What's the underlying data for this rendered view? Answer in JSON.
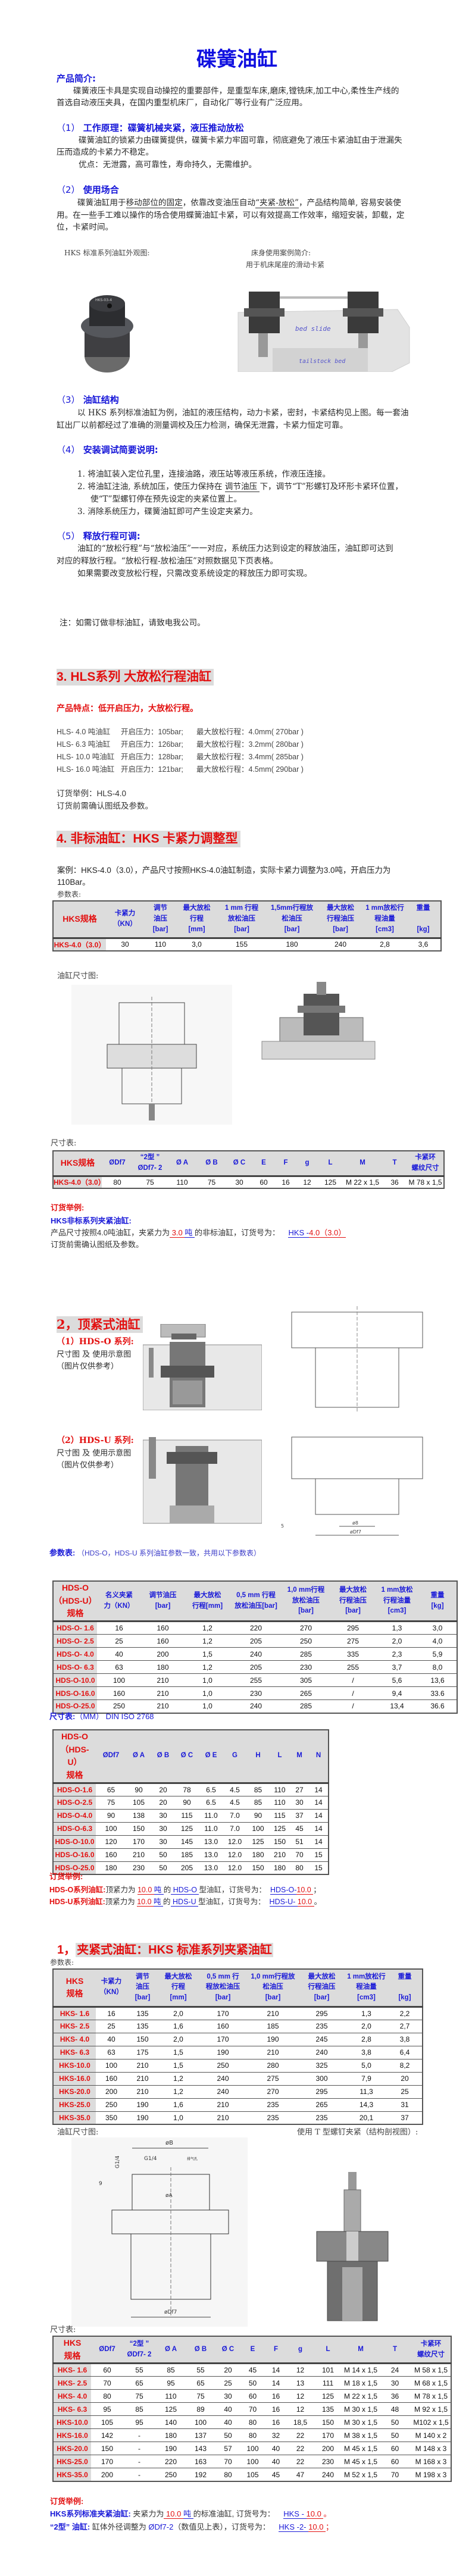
{
  "title": "碟簧油缸",
  "intro": {
    "heading": "产品简介:",
    "lines": [
      "碟簧液压卡具是实现自动操控的重要部件，是重型车床,磨床,镗铣床,加工中心,柔性生产线的",
      "首选自动液压夹具，在国内重型机床厂，自动化厂等行业有广泛应用。"
    ]
  },
  "s1": {
    "num": "（1）",
    "heading": "工作原理：碟簧机械夹紧，液压推动放松",
    "lines": [
      "碟簧油缸的锁紧力由碟簧提供，碟簧卡紧力牢固可靠，彻底避免了液压卡紧油缸由于泄漏失",
      "压而造成的卡紧力不稳定。",
      "优点：无泄露，高可靠性，寿命持久，无需维护。"
    ]
  },
  "s2": {
    "num": "（2）",
    "heading": "使用场合",
    "line1_a": "碟簧油缸用于",
    "line1_u1": "移动部位的固定",
    "line1_b": "，依靠改变油压自动",
    "line1_u2": "“夹紧-放松”",
    "line1_c": "，产品结构简单, 容易安装使",
    "line2": "用。在一些手工难以操作的场合使用蝶簧油缸卡紧，可以有效提高工作效率，缩短安装，卸载，定",
    "line3": "位，卡紧时间。",
    "photo_caption": "HKS 标准系列油缸外观图:",
    "case_caption": "床身使用案例简介:",
    "case_sub": "用于机床尾座的滑动卡紧",
    "photo_label": "HKS-03-4",
    "bed_slide": "bed slide",
    "tailstock_bed": "tailstock bed"
  },
  "s3": {
    "num": "（3）",
    "heading": "油缸结构",
    "lines": [
      "以 HKS 系列标准油缸为例，油缸的液压结构，动力卡紧，密封，卡紧结构见上图。每一套油",
      "缸出厂以前都经过了准确的测量调校及压力检测，确保无泄露，卡紧力恒定可靠。"
    ]
  },
  "s4": {
    "num": "（4）",
    "heading": "安装调试简要说明:",
    "item1": "1. 将油缸装入定位孔里，连接油路，液压站等液压系统，作液压连接。",
    "item2_a": "2. 将油缸注油, 系统加压，使压力保持在 ",
    "item2_u": "调节油压 ",
    "item2_b": "下，调节“T”形螺钉及环形卡紧环位置，",
    "item2_c": "使“T”型螺钉停在预先设定的夹紧位置上。",
    "item3": "3. 消除系统压力，碟簧油缸即可产生设定夹紧力。"
  },
  "s5": {
    "num": "（5）",
    "heading": "释放行程可调:",
    "lines": [
      "油缸的“放松行程”与“放松油压”一一对应，系统压力达到设定的释放油压，油缸即可达到",
      "对应的释放行程。“放松行程-放松油压”对照数据见下页表格。",
      "如果需要改变放松行程，只需改变系统设定的释放压力即可实现。"
    ]
  },
  "note": "注：如需订做非标油缸，请致电我公司。",
  "hls": {
    "heading": "3. HLS系列  大放松行程油缸",
    "feature": "产品特点：低开启压力，大放松行程。",
    "rows": [
      {
        "model": "HLS- 4.0 吨油缸",
        "open": "开启压力：105bar;",
        "stroke": "最大放松行程：4.0mm( 270bar )"
      },
      {
        "model": "HLS- 6.3 吨油缸",
        "open": "开启压力：126bar;",
        "stroke": "最大放松行程：3.2mm( 280bar )"
      },
      {
        "model": "HLS- 10.0 吨油缸",
        "open": "开启压力：128bar;",
        "stroke": "最大放松行程：3.4mm( 285bar )"
      },
      {
        "model": "HLS- 16.0 吨油缸",
        "open": "开启压力：121bar;",
        "stroke": "最大放松行程：4.5mm( 290bar )"
      }
    ],
    "order": "订货举例：HLS-4.0",
    "confirm": "订货前需确认图纸及参数。"
  },
  "custom": {
    "heading": "4. 非标油缸：HKS 卡紧力调整型",
    "case_line1": "案例：HKS-4.0（3.0），产品尺寸按照HKS-4.0油缸制造，实际卡紧力调整为3.0吨，开启压力为",
    "case_line2": "110Bar。",
    "params_label": "参数表:",
    "params": {
      "headers": [
        "HKS规格",
        "卡紧力\n（KN）",
        "调节\n油压\n[bar]",
        "最大放松\n行程\n[mm]",
        "1 mm  行程\n放松油压\n[bar]",
        "1,5mm行程放\n松油压\n[bar]",
        "最大放松\n行程油压\n[bar]",
        "1 mm放松行\n程油量\n[cm3]",
        "重量\n\n[kg]"
      ],
      "rows": [
        [
          "HKS-4.0（3.0）",
          "30",
          "110",
          "3,0",
          "155",
          "180",
          "240",
          "2,8",
          "3,6"
        ]
      ]
    },
    "drawing_label": "油缸尺寸图:",
    "dims_label": "尺寸表:",
    "dims": {
      "headers": [
        "HKS规格",
        "ØDf7",
        "“2型 ”\nØDf7- 2",
        "Ø A",
        "Ø B",
        "Ø C",
        "E",
        "F",
        "g",
        "L",
        "M",
        "T",
        "卡紧环\n螺纹尺寸"
      ],
      "rows": [
        [
          "HKS-4.0（3.0）",
          "80",
          "75",
          "110",
          "75",
          "30",
          "60",
          "16",
          "12",
          "125",
          "M 22 x 1,5",
          "36",
          "M 78 x 1,5"
        ]
      ]
    },
    "order_heading": "订货举例:",
    "order_sub": "HKS非标系列夹紧油缸:",
    "order_a": "产品尺寸按照4.0吨油缸，夹紧力为",
    "order_val": " 3.0 ",
    "order_unit": "吨 ",
    "order_b": "的非标油缸，订货号为：",
    "order_code_a": "HKS -",
    "order_code_b": "4.0（3.0）",
    "confirm": "订货前需确认图纸及参数。"
  },
  "hds": {
    "heading": "2，顶紧式油缸",
    "o_heading": "（1）HDS-O  系列:",
    "u_heading": "（2）HDS-U  系列:",
    "drawing_note": "尺寸图  及  使用示意图",
    "ref_note": "（图片仅供参考）",
    "params_label_a": "参数表:",
    "params_label_b": "（HDS-O，HDS-U 系列油缸参数一致，共用以下参数表）",
    "params": {
      "headers": [
        "HDS-O\n（HDS-U）\n规格",
        "名义夹紧\n力（KN）",
        "调节油压\n[bar]",
        "最大放松\n行程[mm]",
        "0,5 mm  行程\n放松油压[bar]",
        "1,0 mm行程\n放松油压\n[bar]",
        "最大放松\n行程油压\n[bar]",
        "1 mm放松\n行程油量\n[cm3]",
        "重量\n[kg]"
      ],
      "rows": [
        [
          "HDS-O- 1.6",
          "16",
          "160",
          "1,2",
          "220",
          "270",
          "295",
          "1,3",
          "3,0"
        ],
        [
          "HDS-O- 2.5",
          "25",
          "160",
          "1,2",
          "205",
          "250",
          "275",
          "2,0",
          "4,0"
        ],
        [
          "HDS-O- 4.0",
          "40",
          "200",
          "1,5",
          "240",
          "285",
          "335",
          "2,3",
          "5,9"
        ],
        [
          "HDS-O- 6.3",
          "63",
          "180",
          "1,2",
          "205",
          "230",
          "255",
          "3,7",
          "8,0"
        ],
        [
          "HDS-O-10.0",
          "100",
          "210",
          "1,0",
          "255",
          "305",
          "/",
          "5,6",
          "13,6"
        ],
        [
          "HDS-O-16.0",
          "160",
          "210",
          "1,0",
          "230",
          "265",
          "/",
          "9,4",
          "33.6"
        ],
        [
          "HDS-O-25.0",
          "250",
          "210",
          "1,0",
          "240",
          "285",
          "/",
          "13,4",
          "36.6"
        ]
      ]
    },
    "dims_label_a": "尺寸表:",
    "dims_label_b": "（MM）  DIN ISO 2768",
    "dims": {
      "headers": [
        "HDS-O\n（HDS-U）\n规格",
        "ØDf7",
        "Ø A",
        "Ø B",
        "Ø C",
        "Ø E",
        "G",
        "H",
        "L",
        "M",
        "N"
      ],
      "rows": [
        [
          "HDS-O-1.6",
          "65",
          "90",
          "20",
          "78",
          "6.5",
          "4.5",
          "85",
          "110",
          "27",
          "14"
        ],
        [
          "HDS-O-2.5",
          "75",
          "105",
          "20",
          "90",
          "6.5",
          "4.5",
          "85",
          "110",
          "30",
          "14"
        ],
        [
          "HDS-O-4.0",
          "90",
          "138",
          "30",
          "115",
          "11.0",
          "7.0",
          "90",
          "115",
          "37",
          "14"
        ],
        [
          "HDS-O-6.3",
          "100",
          "150",
          "30",
          "125",
          "11.0",
          "7.0",
          "100",
          "125",
          "45",
          "14"
        ],
        [
          "HDS-O-10.0",
          "120",
          "170",
          "30",
          "145",
          "13.0",
          "12.0",
          "125",
          "150",
          "51",
          "14"
        ],
        [
          "HDS-O-16.0",
          "160",
          "210",
          "50",
          "185",
          "13.0",
          "12.0",
          "180",
          "210",
          "70",
          "15"
        ],
        [
          "HDS-O-25.0",
          "180",
          "230",
          "50",
          "205",
          "13.0",
          "12.0",
          "150",
          "180",
          "80",
          "15"
        ]
      ]
    },
    "order_heading": "订货举例:",
    "o_label": "HDS-O系列油缸:",
    "u_label": "HDS-U系列油缸:",
    "txt_a": "顶紧力为 ",
    "val": "10.0 ",
    "unit": "吨 ",
    "txt_b": "的",
    "o_type": " HDS-O ",
    "u_type": " HDS-U ",
    "txt_c": " 型油缸，订货号为：",
    "o_code_a": "HDS-O-",
    "u_code_a": "HDS-U- ",
    "code_b": "10.0 ",
    "o_end": "；",
    "u_end": "。",
    "dim_marks": [
      "ø8",
      "øDf7",
      "5"
    ]
  },
  "hks": {
    "heading_num": "1，",
    "heading": "夹紧式油缸：HKS  标准系列夹紧油缸",
    "params_label": "参数表:",
    "params": {
      "headers": [
        "HKS\n规格",
        "卡紧力\n（KN）",
        "调节\n油压\n[bar]",
        "最大放松\n行程\n[mm]",
        "0,5 mm  行\n程放松油压\n[bar]",
        "1,0 mm行程放\n松油压\n[bar]",
        "最大放松\n行程油压\n[bar]",
        "1 mm放松行\n程油量\n[cm3]",
        "重量\n\n[kg]"
      ],
      "rows": [
        [
          "HKS- 1.6",
          "16",
          "135",
          "2,0",
          "170",
          "210",
          "295",
          "1,3",
          "2,2"
        ],
        [
          "HKS- 2.5",
          "25",
          "135",
          "1,6",
          "160",
          "185",
          "235",
          "2,0",
          "2,7"
        ],
        [
          "HKS- 4.0",
          "40",
          "150",
          "2,0",
          "170",
          "190",
          "245",
          "2,8",
          "3,8"
        ],
        [
          "HKS- 6.3",
          "63",
          "175",
          "1,5",
          "190",
          "210",
          "240",
          "3,8",
          "6,4"
        ],
        [
          "HKS-10.0",
          "100",
          "210",
          "1,5",
          "250",
          "280",
          "325",
          "5,0",
          "8,2"
        ],
        [
          "HKS-16.0",
          "160",
          "210",
          "1,2",
          "240",
          "275",
          "300",
          "7,9",
          "20"
        ],
        [
          "HKS-20.0",
          "200",
          "210",
          "1,2",
          "240",
          "270",
          "295",
          "11,3",
          "25"
        ],
        [
          "HKS-25.0",
          "250",
          "190",
          "1,6",
          "210",
          "235",
          "265",
          "14,3",
          "31"
        ],
        [
          "HKS-35.0",
          "350",
          "190",
          "1,0",
          "210",
          "235",
          "235",
          "20,1",
          "37"
        ]
      ]
    },
    "drawing_label": "油缸尺寸图:",
    "section_label": "使用 T 型螺钉夹紧（结构剖视图）:",
    "drawing_marks": {
      "b": "øB",
      "g1": "G1/4",
      "g2": "G1/4",
      "vent": "排气孔",
      "nine": "9",
      "a": "øA",
      "df": "øDf7"
    },
    "dims_label": "尺寸表:",
    "dims": {
      "headers": [
        "HKS\n规格",
        "ØDf7",
        "“2型 ”\nØDf7- 2",
        "Ø A",
        "Ø B",
        "Ø C",
        "E",
        "F",
        "g",
        "L",
        "M",
        "T",
        "卡紧环\n螺纹尺寸"
      ],
      "rows": [
        [
          "HKS- 1.6",
          "60",
          "55",
          "85",
          "55",
          "20",
          "45",
          "14",
          "12",
          "101",
          "M 14 x 1,5",
          "24",
          "M 58 x 1,5"
        ],
        [
          "HKS- 2.5",
          "70",
          "65",
          "95",
          "65",
          "25",
          "50",
          "14",
          "13",
          "111",
          "M 18 x 1,5",
          "30",
          "M 68 x 1,5"
        ],
        [
          "HKS- 4.0",
          "80",
          "75",
          "110",
          "75",
          "30",
          "60",
          "16",
          "12",
          "125",
          "M 22 x 1,5",
          "36",
          "M 78 x 1,5"
        ],
        [
          "HKS- 6.3",
          "95",
          "85",
          "125",
          "89",
          "40",
          "70",
          "16",
          "12",
          "135",
          "M 30 x 1,5",
          "48",
          "M 92 x 1,5"
        ],
        [
          "HKS-10.0",
          "105",
          "95",
          "140",
          "100",
          "40",
          "80",
          "16",
          "18,5",
          "150",
          "M 30 x 1,5",
          "50",
          "M102 x 1,5"
        ],
        [
          "HKS-16.0",
          "142",
          "-",
          "180",
          "137",
          "50",
          "80",
          "32",
          "22",
          "170",
          "M 38 x 1,5",
          "50",
          "M 140 x 2"
        ],
        [
          "HKS-20.0",
          "150",
          "-",
          "190",
          "143",
          "57",
          "100",
          "40",
          "22",
          "200",
          "M 45 x 1,5",
          "60",
          "M 148 x 3"
        ],
        [
          "HKS-25.0",
          "170",
          "-",
          "220",
          "163",
          "70",
          "100",
          "40",
          "22",
          "230",
          "M 45 x 1,5",
          "60",
          "M 168 x 3"
        ],
        [
          "HKS-35.0",
          "200",
          "-",
          "250",
          "192",
          "80",
          "105",
          "45",
          "47",
          "240",
          "M 52 x 1,5",
          "70",
          "M 198 x 3"
        ]
      ]
    },
    "order_heading": "订货举例:",
    "std_label": "HKS系列标准夹紧油缸:",
    "std_a": " 夹紧力为",
    "std_val": " 10.0 ",
    "std_unit": "吨 ",
    "std_b": "的标准油缸, 订货号为：",
    "std_code_a": "HKS - ",
    "std_code_b": "10.0 ",
    "std_end": "。",
    "t2_label": "“2型”  油缸:",
    "t2_a": " 缸体外径调整为 ",
    "t2_df": "ØDf7-2",
    "t2_b": "（数值见上表），订货号为：",
    "t2_code_a": "HKS -2- ",
    "t2_code_b": "10.0 ",
    "t2_end": "；"
  },
  "colors": {
    "blue": "#1a1ad8",
    "red": "#e31010",
    "header_gray": "#dcdcdc"
  }
}
